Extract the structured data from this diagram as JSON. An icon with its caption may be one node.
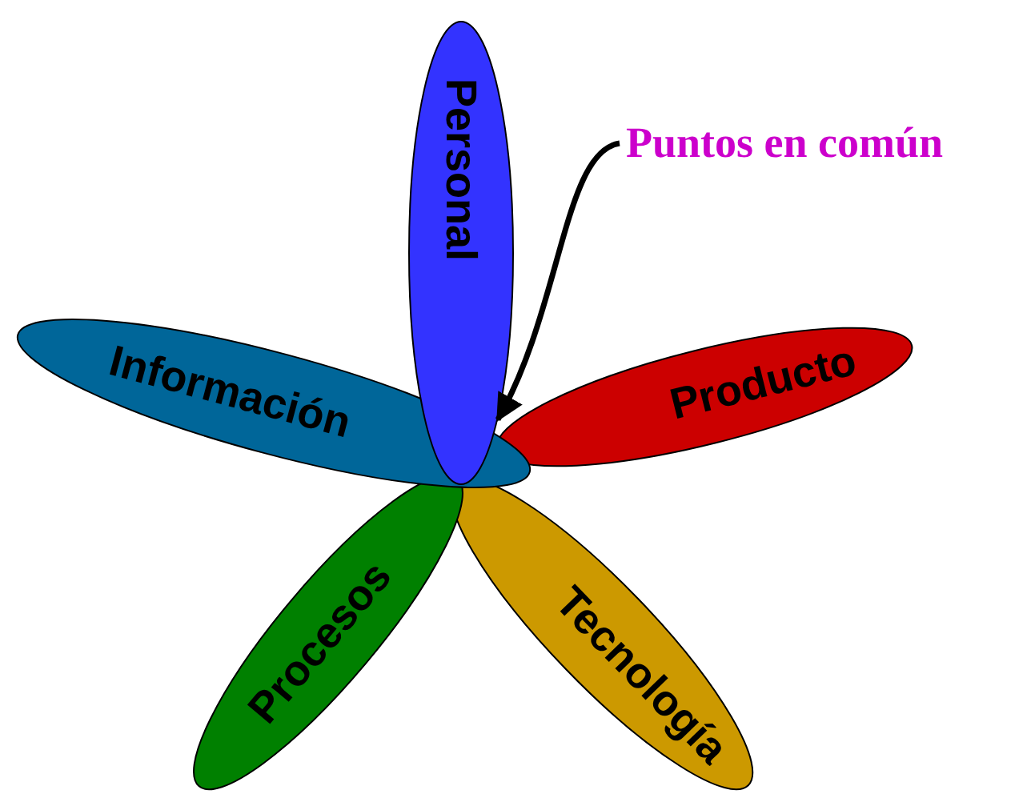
{
  "diagram": {
    "nodes": [
      {
        "text": [
          "Personal"
        ]
      },
      {
        "text": [
          "Puntos en común"
        ]
      },
      {
        "text": [
          "Información"
        ]
      },
      {
        "text": [
          "Producto"
        ]
      },
      {
        "text": [
          "Procesos"
        ]
      },
      {
        "text": [
          "Tecnología"
        ]
      }
    ],
    "edges": [
      {
        "from": 1,
        "to": 0,
        "arrow": "to"
      }
    ]
  }
}
